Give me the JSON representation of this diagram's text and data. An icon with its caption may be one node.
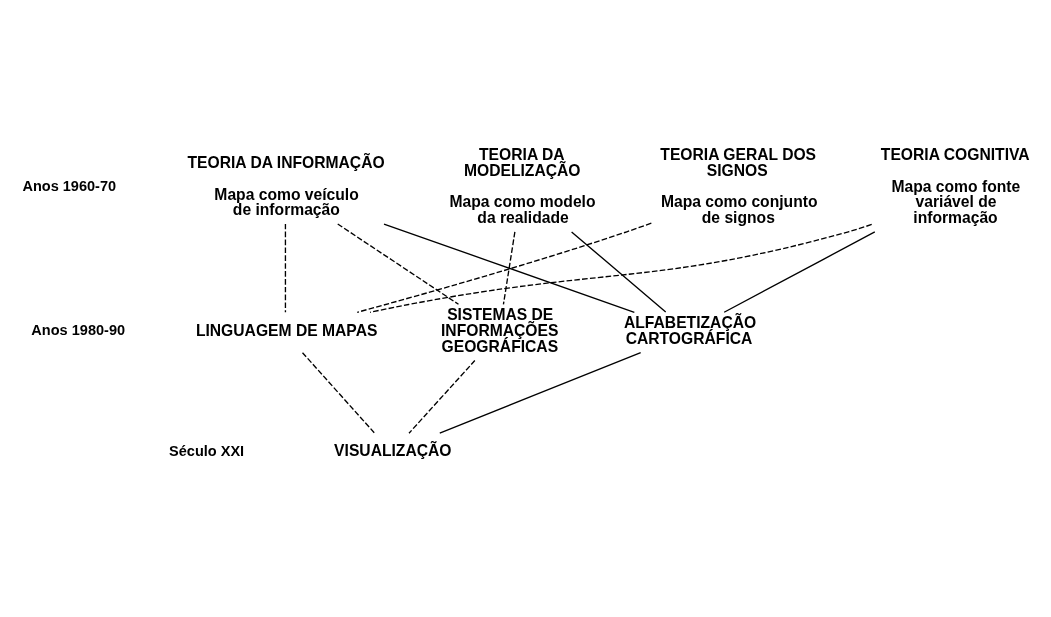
{
  "diagram": {
    "nodes": [
      {
        "text": [
          "TEORIA DA INFORMAÇÃO",
          "Mapa como veículo de informação"
        ]
      },
      {
        "text": [
          "TEORIA DA MODELIZAÇÃO",
          "Mapa como modelo da realidade"
        ]
      },
      {
        "text": [
          "TEORIA GERAL DOS SIGNOS",
          "Mapa como conjunto de signos"
        ]
      },
      {
        "text": [
          "TEORIA COGNITIVA",
          "Mapa como fonte variável de informação"
        ]
      },
      {
        "text": [
          "LINGUAGEM DE MAPAS"
        ]
      },
      {
        "text": [
          "SISTEMAS DE INFORMAÇÕES GEOGRÁFICAS"
        ]
      },
      {
        "text": [
          "ALFABETIZAÇÃO CARTOGRÁFICA"
        ]
      },
      {
        "text": [
          "VISUALIZAÇÃO"
        ]
      }
    ],
    "edges": [
      {
        "from": 0,
        "to": 4,
        "arrow": "none",
        "style": "dashed"
      },
      {
        "from": 0,
        "to": 6,
        "arrow": "none"
      },
      {
        "from": 0,
        "to": 5,
        "arrow": "none",
        "style": "dashed"
      },
      {
        "from": 1,
        "to": 6,
        "arrow": "none"
      },
      {
        "from": 1,
        "to": 5,
        "arrow": "none",
        "style": "dashed"
      },
      {
        "from": 2,
        "to": 4,
        "arrow": "none",
        "style": "dashed"
      },
      {
        "from": 3,
        "to": 4,
        "arrow": "none",
        "style": "dashed"
      },
      {
        "from": 3,
        "to": 6,
        "arrow": "none"
      },
      {
        "from": 4,
        "to": 7,
        "arrow": "none",
        "style": "dashed"
      },
      {
        "from": 5,
        "to": 7,
        "arrow": "none",
        "style": "dashed"
      },
      {
        "from": 6,
        "to": 7,
        "arrow": "none"
      }
    ],
    "labels": [
      "Anos 1960-70",
      "Anos 1980-90",
      "Século XXI"
    ]
  }
}
